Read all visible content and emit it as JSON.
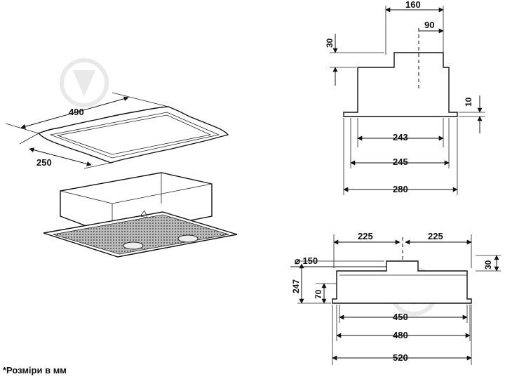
{
  "side_view_top": {
    "width_total": "160",
    "width_outlet": "90",
    "outlet_height": "30",
    "flange_thickness": "10",
    "inner_width": "243",
    "body_width": "245",
    "flange_width": "280"
  },
  "front_view": {
    "half_left": "225",
    "half_right": "225",
    "outlet_diameter": "⌀ 150",
    "outlet_height": "30",
    "total_height": "247",
    "body_height": "70",
    "inner_width": "450",
    "body_width": "480",
    "flange_width": "520"
  },
  "cutout": {
    "length": "490",
    "width": "250"
  },
  "footnote": "*Розміри в мм"
}
